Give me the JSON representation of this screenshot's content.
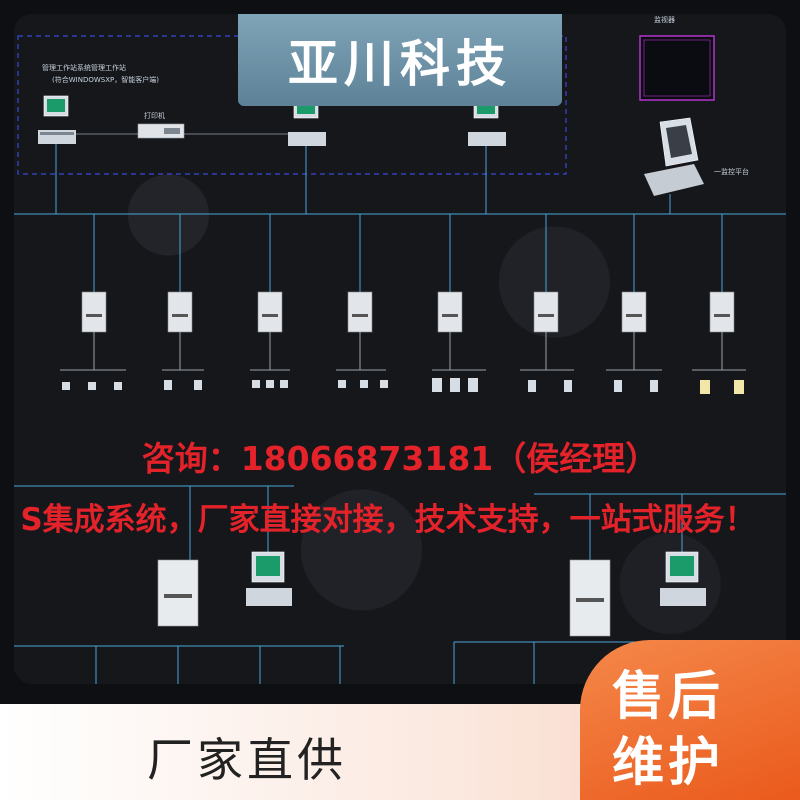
{
  "banner": {
    "title": "亚川科技"
  },
  "diagram": {
    "printer_label": "打印机",
    "workstation_note_1": "管理工作站系统管理工作站",
    "workstation_note_2": "(符合WINDOWSXP，智能客户端)",
    "monitor_label": "一监控平台",
    "right_panel_label": "监视器"
  },
  "contact": {
    "phone_line": "咨询：18066873181（侯经理）",
    "service_line": "S集成系统，厂家直接对接，技术支持，一站式服务！"
  },
  "footer": {
    "factory_direct": "厂家直供",
    "after_sales_line1": "售后",
    "after_sales_line2": "维护"
  },
  "colors": {
    "accent_orange": "#ea5a1c",
    "contact_red": "#e4222a",
    "banner_blue": "#6f94a9",
    "network_line": "#4aa6d8"
  }
}
